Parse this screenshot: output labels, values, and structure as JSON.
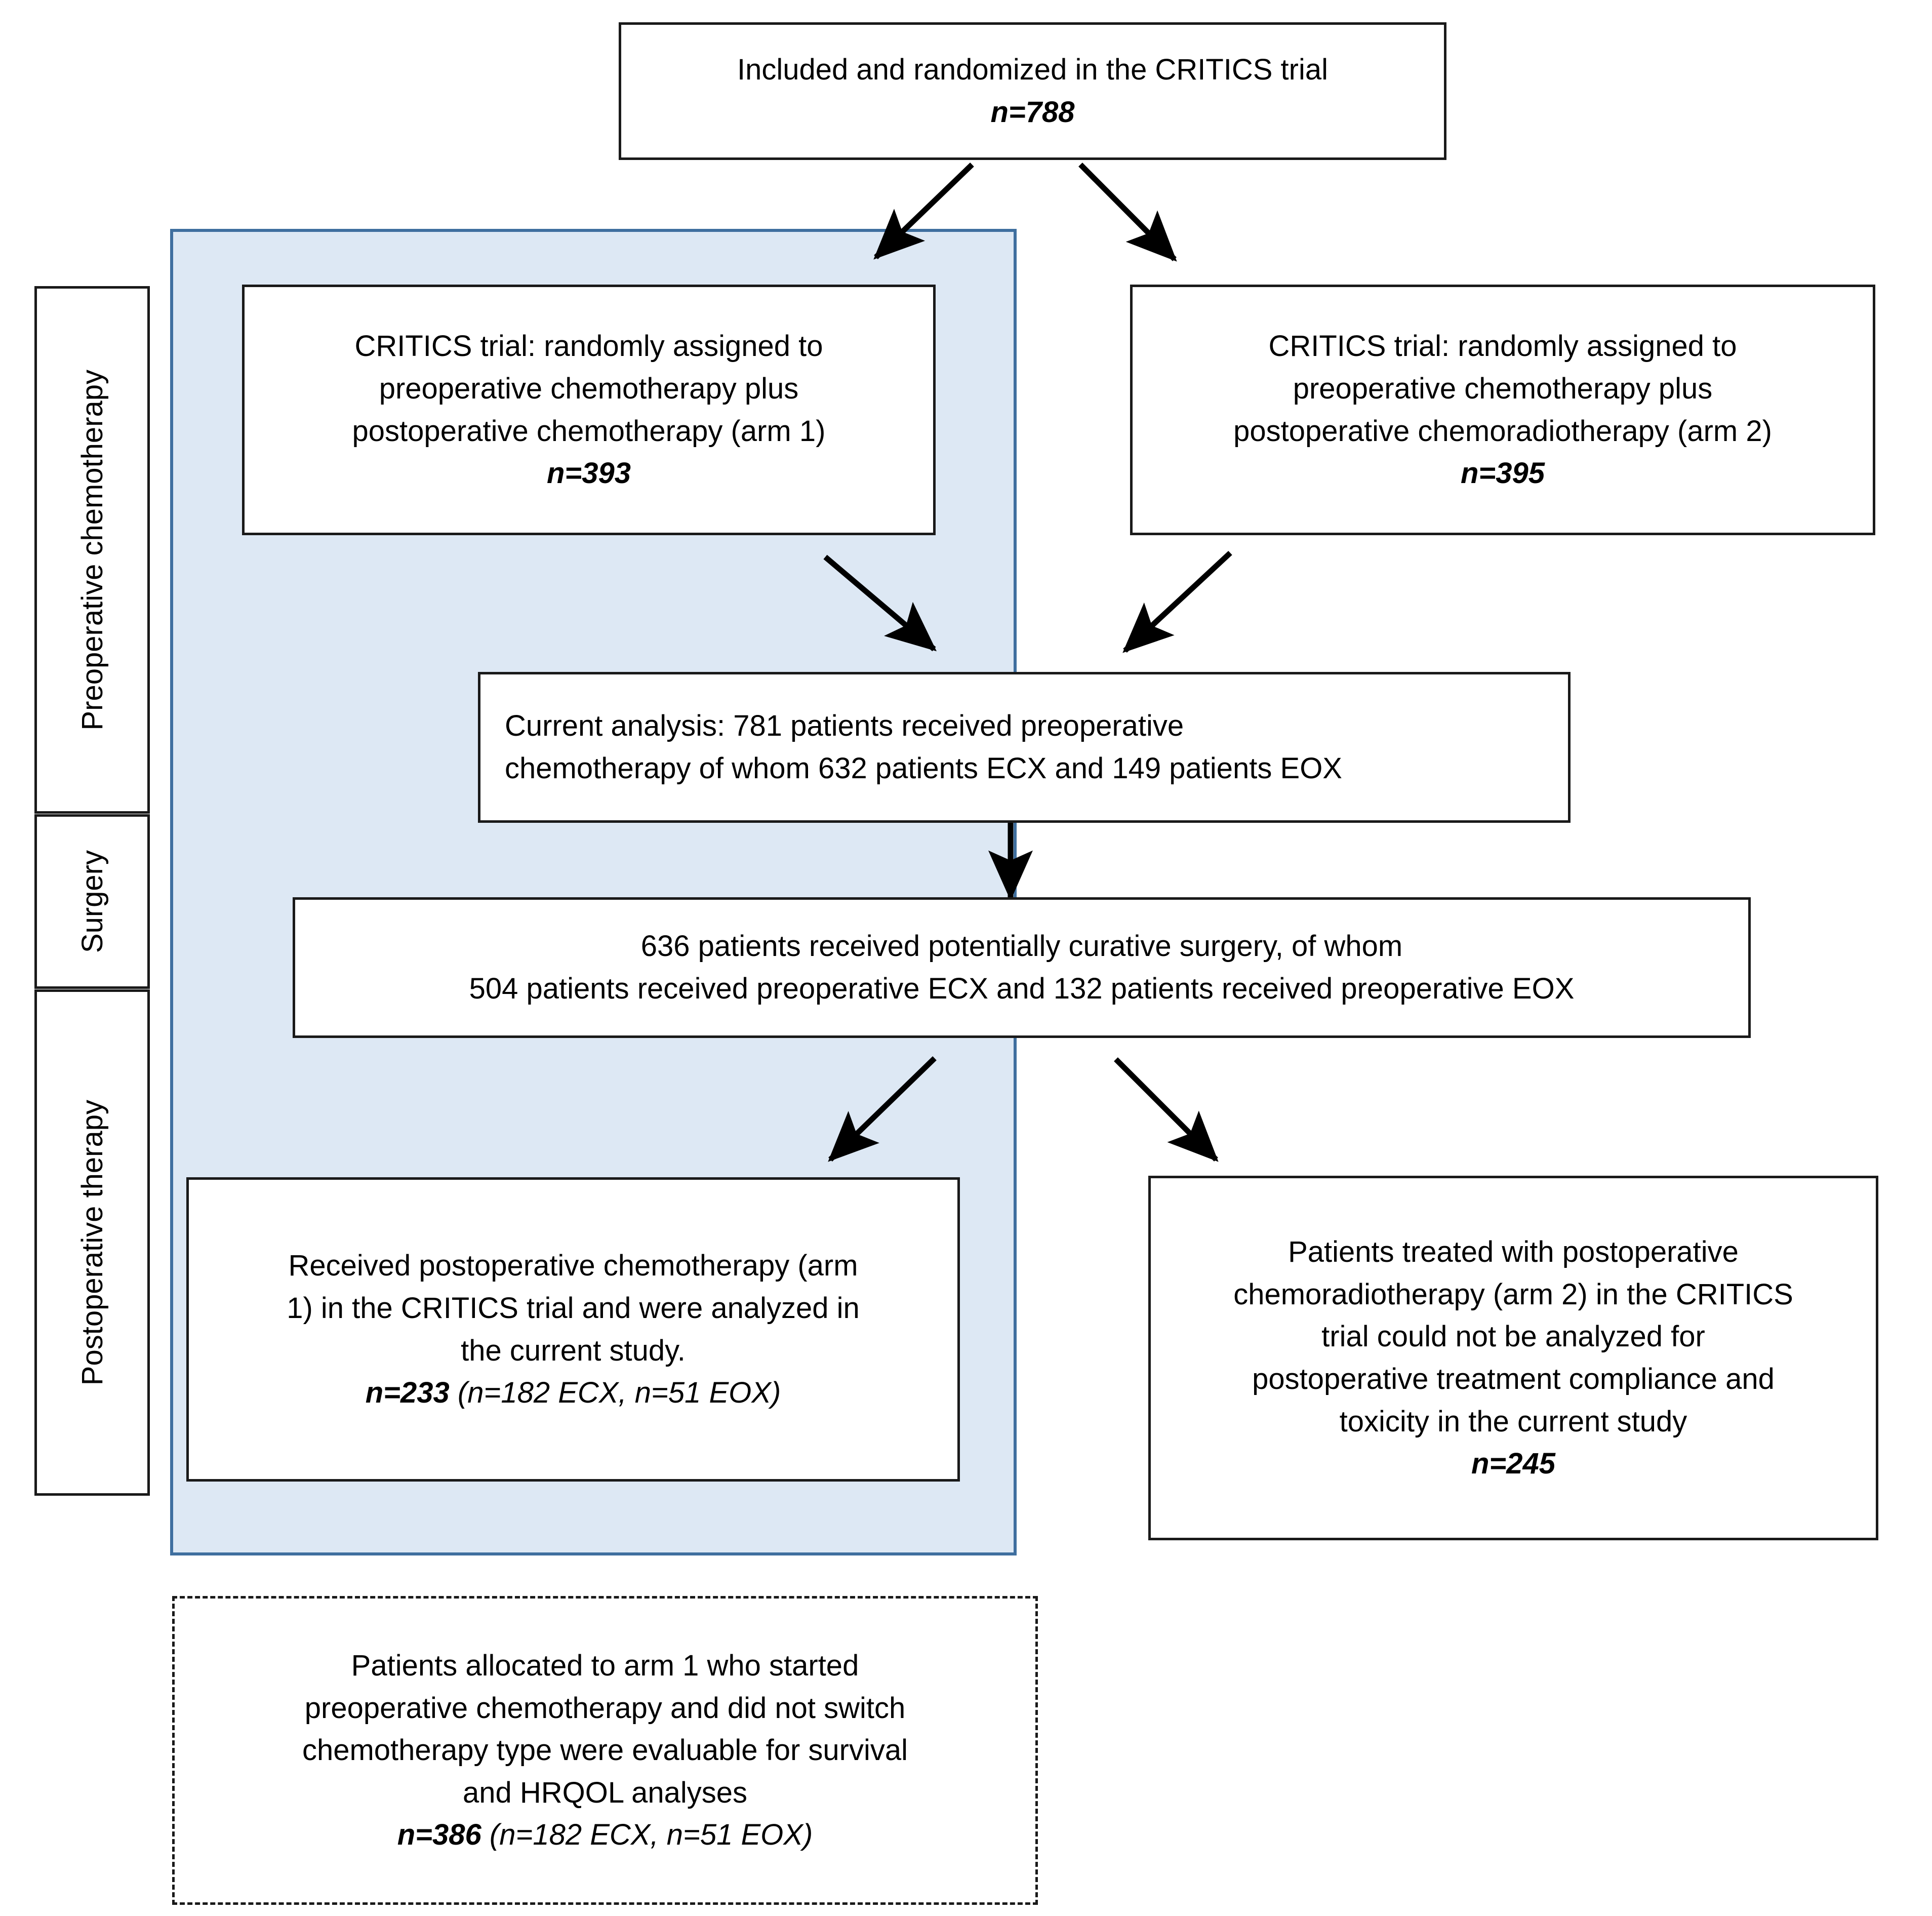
{
  "figure": {
    "type": "flowchart",
    "title": "CRITICS trial patient flow diagram",
    "colors": {
      "panel_fill": "#dde8f4",
      "panel_border": "#3f6f9f",
      "box_border": "#1a1a1a",
      "text": "#000000",
      "background": "#ffffff"
    }
  },
  "side_labels": [
    {
      "id": "preoperative-chemotherapy",
      "text": "Preoperative chemotherapy"
    },
    {
      "id": "surgery",
      "text": "Surgery"
    },
    {
      "id": "postoperative-therapy",
      "text": "Postoperative therapy"
    }
  ],
  "nodes": {
    "randomized": {
      "id": "included-randomized",
      "lines": [
        "Included and randomized in the CRITICS trial"
      ],
      "n_label": "n=788",
      "n_value": 788
    },
    "arm1": {
      "id": "arm1-assignment",
      "lines": [
        "CRITICS trial: randomly assigned to",
        "preoperative chemotherapy plus",
        "postoperative chemotherapy (arm 1)"
      ],
      "n_label": "n=393",
      "n_value": 393
    },
    "arm2": {
      "id": "arm2-assignment",
      "lines": [
        "CRITICS trial: randomly assigned to",
        "preoperative chemotherapy plus",
        "postoperative chemoradiotherapy (arm 2)"
      ],
      "n_label": "n=395",
      "n_value": 395
    },
    "current_analysis": {
      "id": "current-analysis",
      "lines": [
        "Current analysis: 781 patients received preoperative",
        "chemotherapy of whom 632 patients ECX and 149 patients EOX"
      ],
      "n_label": "",
      "counts": {
        "total": 781,
        "ecx": 632,
        "eox": 149
      }
    },
    "surgery": {
      "id": "curative-surgery",
      "lines": [
        "636 patients received potentially curative surgery, of whom",
        "504 patients received preoperative ECX and 132 patients received preoperative EOX"
      ],
      "n_label": "",
      "counts": {
        "total": 636,
        "ecx": 504,
        "eox": 132
      }
    },
    "postop_chemo": {
      "id": "postoperative-chemotherapy-analyzed",
      "lines": [
        "Received postoperative chemotherapy (arm",
        "1) in the CRITICS trial and were analyzed in",
        "the current study."
      ],
      "n_label": "n=233",
      "n_detail": " (n=182 ECX, n=51 EOX)",
      "counts": {
        "total": 233,
        "ecx": 182,
        "eox": 51
      }
    },
    "postop_crt": {
      "id": "postoperative-chemoradiotherapy-excluded",
      "lines": [
        "Patients treated with postoperative",
        "chemoradiotherapy (arm 2) in the CRITICS",
        "trial could not be analyzed for",
        "postoperative treatment compliance and",
        "toxicity in the current study"
      ],
      "n_label": "n=245",
      "n_value": 245
    },
    "survival_hrqol": {
      "id": "survival-hrqol-evaluable",
      "lines": [
        "Patients allocated to arm 1 who started",
        "preoperative chemotherapy and did not switch",
        "chemotherapy type were evaluable for survival",
        "and HRQOL analyses"
      ],
      "n_label": "n=386",
      "n_detail": " (n=182 ECX, n=51 EOX)",
      "counts": {
        "total": 386,
        "ecx": 182,
        "eox": 51
      }
    }
  }
}
